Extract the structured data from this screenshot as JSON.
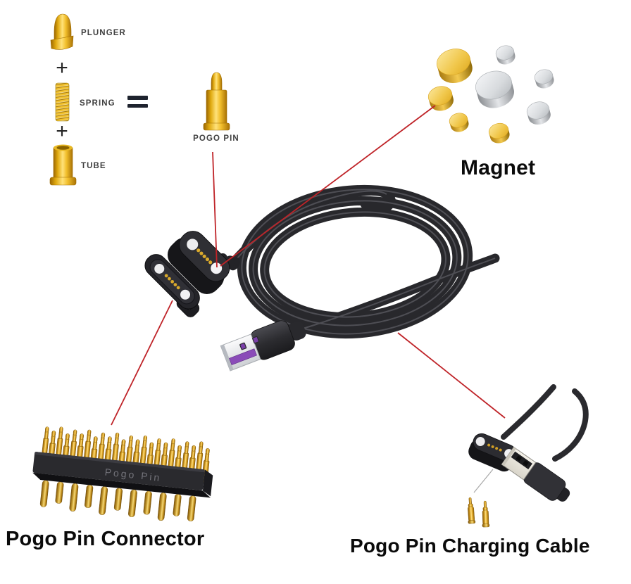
{
  "assembly_diagram": {
    "plunger_label": "PLUNGER",
    "plus_sign": "+",
    "spring_label": "SPRING",
    "equals_sign": "=",
    "tube_label": "TUBE",
    "pogo_pin_label": "POGO PIN"
  },
  "sections": {
    "magnet_label": "Magnet",
    "connector_label": "Pogo Pin Connector",
    "charging_cable_label": "Pogo Pin Charging Cable"
  },
  "connector_engraving": "Pogo Pin",
  "magnets": [
    {
      "color": "gold",
      "size": "large"
    },
    {
      "color": "silver",
      "size": "small"
    },
    {
      "color": "silver",
      "size": "large"
    },
    {
      "color": "silver",
      "size": "small"
    },
    {
      "color": "gold",
      "size": "medium"
    },
    {
      "color": "silver",
      "size": "medium"
    },
    {
      "color": "gold",
      "size": "small"
    },
    {
      "color": "gold",
      "size": "small"
    }
  ],
  "callouts": [
    {
      "from": "pogo-pin-label",
      "to": "magnetic-connector-plug"
    },
    {
      "from": "magnet-cluster",
      "to": "magnetic-connector-plug"
    },
    {
      "from": "magnetic-connector-socket",
      "to": "pogo-pin-connector"
    },
    {
      "from": "cable-coil",
      "to": "charging-cable-head"
    }
  ],
  "colors": {
    "annotation_red": "#bf2328",
    "gold": "#f2c230",
    "silver": "#d6d9dc",
    "cable_black": "#28282c",
    "usb_tongue_purple": "#8a4bb8",
    "label_dark": "#404040",
    "heading_black": "#0b0b0b",
    "background": "#ffffff"
  }
}
